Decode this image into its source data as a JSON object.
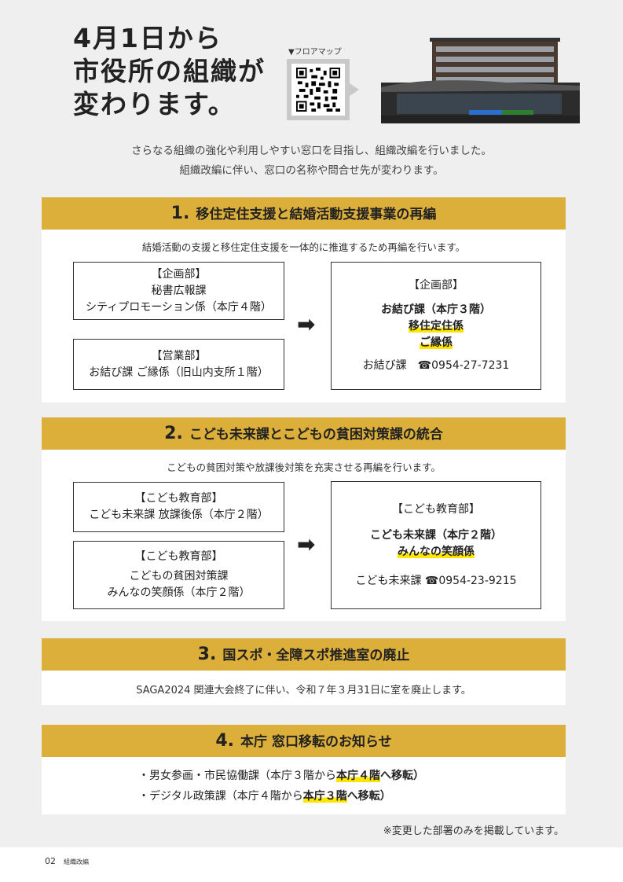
{
  "header": {
    "title_lines": [
      "4月1日から",
      "市役所の組織が",
      "変わります。"
    ],
    "floor_map_label": "▼フロアマップ"
  },
  "intro": [
    "さらなる組織の強化や利用しやすい窓口を目指し、組織改編を行いました。",
    "組織改編に伴い、窓口の名称や問合せ先が変わります。"
  ],
  "sections": [
    {
      "num": "1.",
      "title": "移住定住支援と結婚活動支援事業の再編",
      "description": "結婚活動の支援と移住定住支援を一体的に推進するため再編を行います。",
      "before": [
        {
          "dept": "【企画部】",
          "lines": [
            "秘書広報課",
            "シティプロモーション係（本庁４階）"
          ]
        },
        {
          "dept": "【営業部】",
          "lines": [
            "お結び課 ご縁係（旧山内支所１階）"
          ]
        }
      ],
      "after": {
        "dept": "【企画部】",
        "main": "お結び課（本庁３階）",
        "highlights": [
          "移住定住係",
          "ご縁係"
        ],
        "contact": "お結び課　☎0954-27-7231"
      }
    },
    {
      "num": "2.",
      "title": "こども未来課とこどもの貧困対策課の統合",
      "description": "こどもの貧困対策や放課後対策を充実させる再編を行います。",
      "before": [
        {
          "dept": "【こども教育部】",
          "lines": [
            "こども未来課 放課後係（本庁２階）"
          ]
        },
        {
          "dept": "【こども教育部】",
          "lines": [
            "こどもの貧困対策課",
            "みんなの笑顔係（本庁２階）"
          ]
        }
      ],
      "after": {
        "dept": "【こども教育部】",
        "main": "こども未来課（本庁２階）",
        "highlights": [
          "みんなの笑顔係"
        ],
        "contact": "こども未来課 ☎0954-23-9215"
      }
    },
    {
      "num": "3.",
      "title": "国スポ・全障スポ推進室の廃止",
      "description": "SAGA2024 関連大会終了に伴い、令和７年３月31日に室を廃止します。"
    },
    {
      "num": "4.",
      "title": "本庁 窓口移転のお知らせ",
      "items": [
        {
          "prefix": "・男女参画・市民協働課（本庁３階から",
          "highlight": "本庁４階",
          "suffix": "へ移転）"
        },
        {
          "prefix": "・デジタル政策課（本庁４階から",
          "highlight": "本庁３階",
          "suffix": "へ移転）"
        }
      ]
    }
  ],
  "note": "※変更した部署のみを掲載しています。",
  "footer": {
    "page": "02",
    "label": "組織改編"
  },
  "colors": {
    "header_gold": "#dcae3a",
    "highlight": "#ffe600",
    "page_bg": "#f0eff0"
  }
}
